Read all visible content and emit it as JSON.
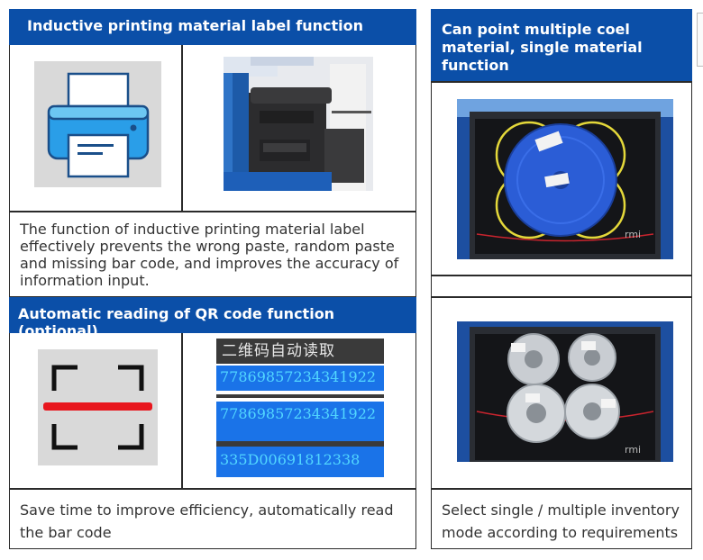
{
  "sections": {
    "printing": {
      "title": "Inductive printing material label function",
      "description": "The function of inductive printing material label effectively prevents the wrong paste, random paste and missing bar code, and improves the accuracy of information input."
    },
    "qr": {
      "title": "Automatic reading of QR code function (optional)",
      "screen_title": "二维码自动读取",
      "codes": [
        "77869857234341922",
        "77869857234341922",
        "335D00691812338"
      ],
      "description": "Save time to improve efficiency, automatically read the bar code"
    },
    "multi": {
      "title": "Can point multiple coel material, single material function",
      "machine_logo": "rmi",
      "description": "Select single / multiple inventory mode according to requirements"
    }
  },
  "colors": {
    "header_blue": "#0b4fa8",
    "reel_blue": "#2b5dd6",
    "qr_red": "#e8161d"
  }
}
